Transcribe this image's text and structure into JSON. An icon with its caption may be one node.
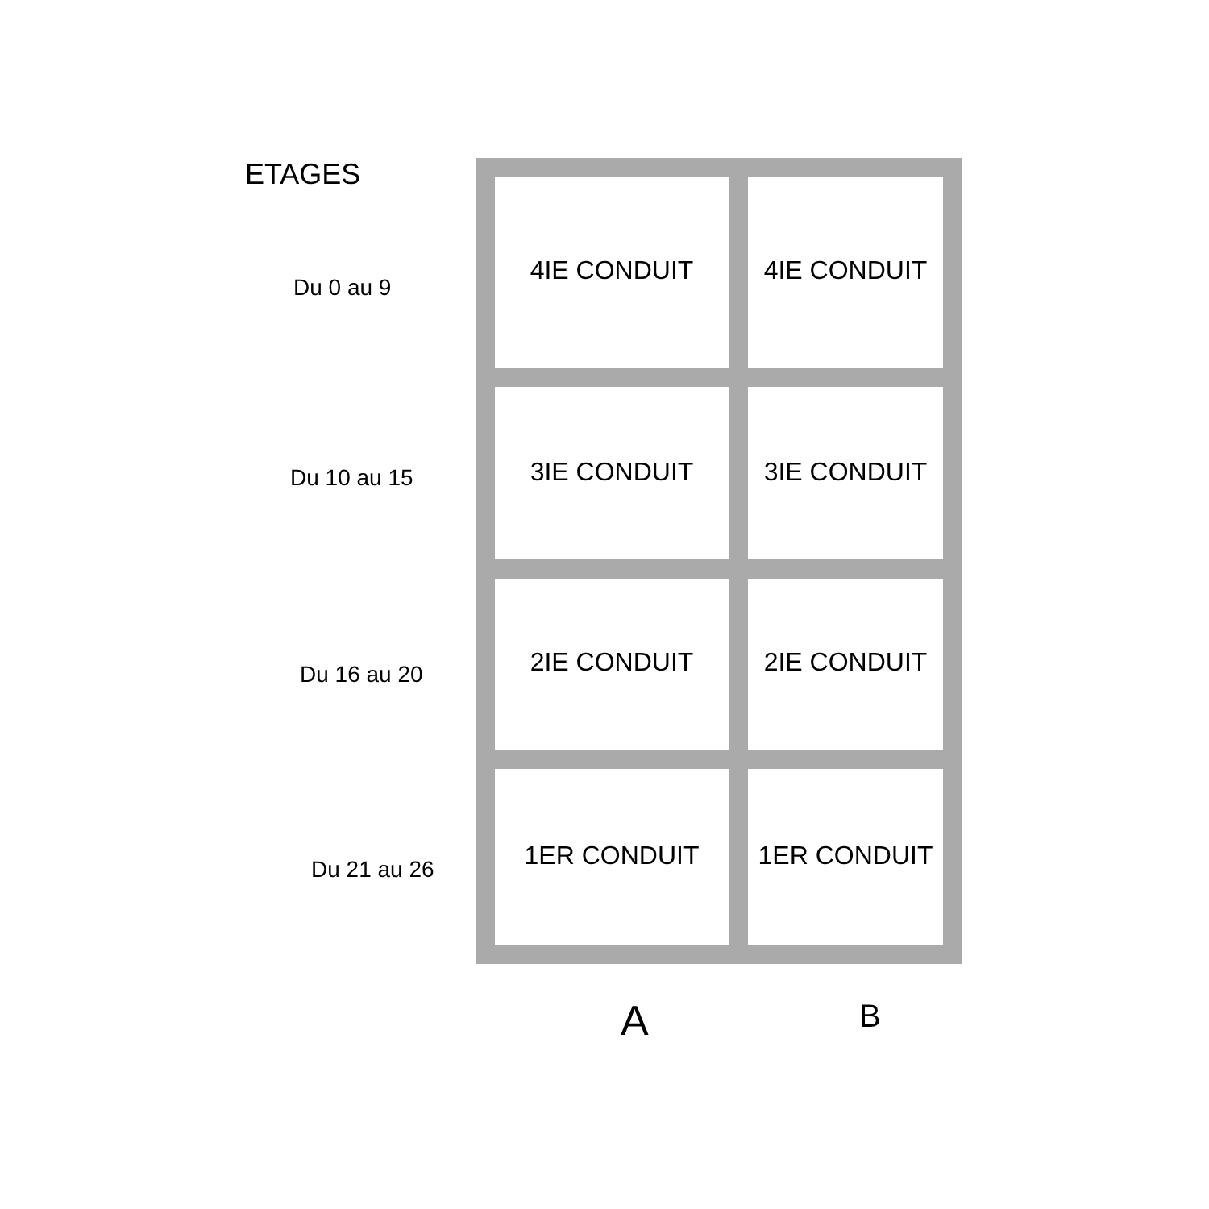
{
  "diagram": {
    "nodes": [
      {
        "text": [
          "4IE CONDUIT"
        ]
      },
      {
        "text": [
          "4IE CONDUIT"
        ]
      },
      {
        "text": [
          "3IE CONDUIT"
        ]
      },
      {
        "text": [
          "3IE CONDUIT"
        ]
      },
      {
        "text": [
          "2IE CONDUIT"
        ]
      },
      {
        "text": [
          "2IE CONDUIT"
        ]
      },
      {
        "text": [
          "1ER CONDUIT"
        ]
      },
      {
        "text": [
          "1ER CONDUIT"
        ]
      }
    ],
    "labels": [
      "ETAGES",
      "Du 0 au 9",
      "Du 10 au 15",
      "Du 16 au 20",
      "Du 21 au 26",
      "A",
      "B"
    ]
  }
}
